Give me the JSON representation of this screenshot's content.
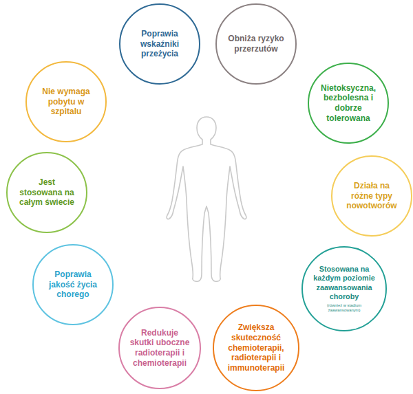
{
  "diagram": {
    "nodes": [
      {
        "text": [
          "Poprawia wskaźniki przeżycia"
        ]
      },
      {
        "text": [
          "Obniża ryzyko przerzutów"
        ]
      },
      {
        "text": [
          "Nie wymaga pobytu w szpitalu"
        ]
      },
      {
        "text": [
          "Nietoksyczna, bezbolesna i dobrze tolerowana"
        ]
      },
      {
        "text": [
          "Jest stosowana na całym świecie"
        ]
      },
      {
        "text": [
          "Działa na różne typy nowotworów"
        ]
      },
      {
        "text": [
          "Poprawia jakość życia chorego"
        ]
      },
      {
        "text": [
          "Stosowana na każdym poziomie zaawansowania choroby",
          "(również w stadium zaawansowanym)"
        ]
      },
      {
        "text": [
          "Redukuje skutki uboczne radioterapii i chemioterapii"
        ]
      },
      {
        "text": [
          "Zwiększa skuteczność chemioterapii, radioterapii i immunoterapii"
        ]
      }
    ]
  }
}
